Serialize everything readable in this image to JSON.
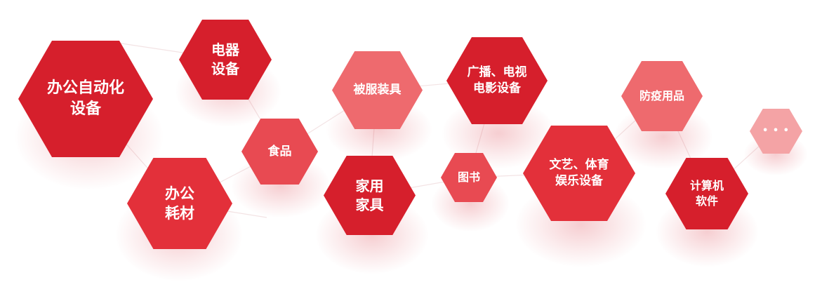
{
  "colors": {
    "dark": "#d61f2c",
    "mid": "#e84a52",
    "light": "#ee6a6e",
    "pale": "#f4a3a5"
  },
  "categories": [
    {
      "label": "办公自动化\n设备"
    },
    {
      "label": "电器\n设备"
    },
    {
      "label": "办公\n耗材"
    },
    {
      "label": "食品"
    },
    {
      "label": "被服装具"
    },
    {
      "label": "家用\n家具"
    },
    {
      "label": "广播、电视\n电影设备"
    },
    {
      "label": "图书"
    },
    {
      "label": "文艺、体育\n娱乐设备"
    },
    {
      "label": "防疫用品"
    },
    {
      "label": "计算机\n软件"
    }
  ],
  "more_label": "• • •"
}
